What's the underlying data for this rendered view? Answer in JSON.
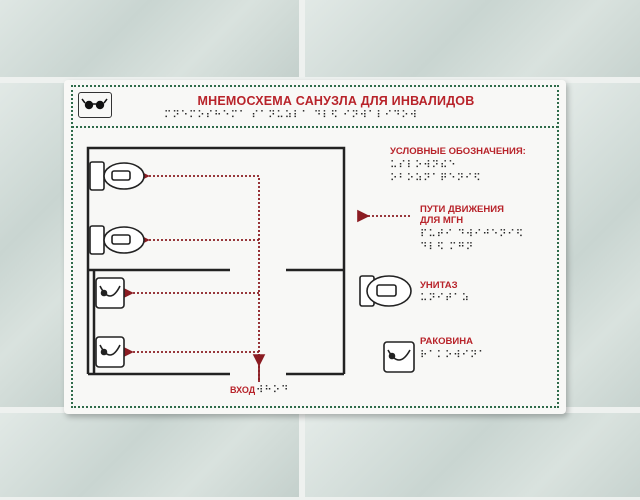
{
  "sign": {
    "title": "МНЕМОСХЕМА САНУЗЛА ДЛЯ ИНВАЛИДОВ",
    "title_braille": "⠍⠝⠑⠍⠕⠎⠓⠑⠍⠁ ⠎⠁⠝⠥⠵⠇⠁ ⠙⠇⠫ ⠊⠝⠺⠁⠇⠊⠙⠕⠺",
    "legend": {
      "heading": "УСЛОВНЫЕ ОБОЗНАЧЕНИЯ:",
      "heading_braille_1": "⠥⠎⠇⠕⠺⠝⠮⠑",
      "heading_braille_2": "⠕⠃⠕⠵⠝⠁⠟⠑⠝⠊⠫",
      "path_label_1": "ПУТИ ДВИЖЕНИЯ",
      "path_label_2": "ДЛЯ МГН",
      "path_braille_1": "⠏⠥⠞⠊ ⠙⠺⠊⠚⠑⠝⠊⠫",
      "path_braille_2": "⠙⠇⠫ ⠍⠛⠝",
      "toilet_label": "УНИТАЗ",
      "toilet_braille": "⠥⠝⠊⠞⠁⠵",
      "sink_label": "РАКОВИНА",
      "sink_braille": "⠗⠁⠅⠕⠺⠊⠝⠁"
    },
    "entrance_label": "ВХОД",
    "entrance_braille": "⠺⠓⠕⠙"
  },
  "colors": {
    "accent_red": "#b8232a",
    "frame_green": "#2f6b4a",
    "wall_lines": "#222222"
  },
  "icons": [
    "glasses-icon",
    "toilet-icon",
    "sink-icon",
    "arrow-icon"
  ]
}
